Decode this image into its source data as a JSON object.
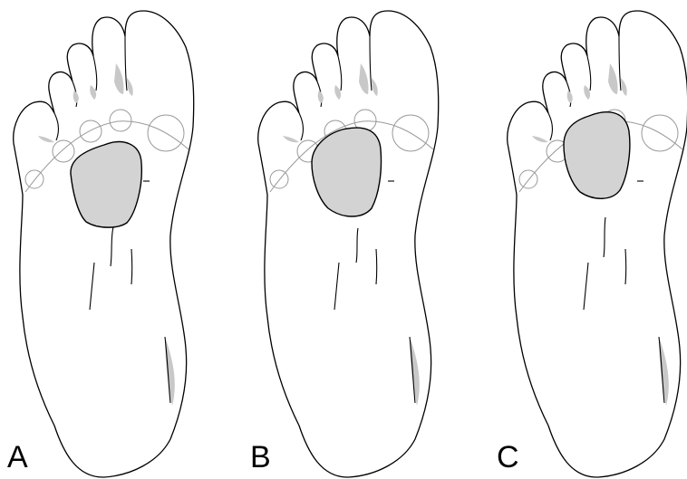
{
  "panels": [
    {
      "label": "A"
    },
    {
      "label": "B"
    },
    {
      "label": "C"
    }
  ],
  "colors": {
    "outline": "#000000",
    "pad_fill": "#d3d3d3",
    "shade": "#c8c8c8",
    "bone_guide": "#999999",
    "background": "#ffffff"
  }
}
